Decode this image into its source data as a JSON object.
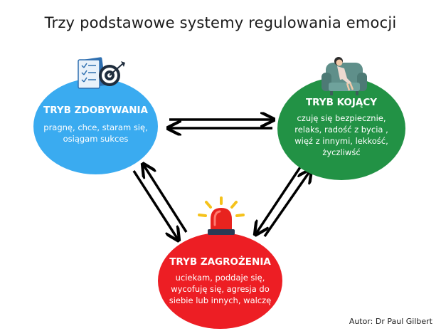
{
  "title": "Trzy podstawowe systemy regulowania emocji",
  "nodes": {
    "drive": {
      "title": "TRYB ZDOBYWANIA",
      "lines": [
        "pragnę, chce, staram się,",
        "osiągam sukces"
      ],
      "color": "#3aabf0"
    },
    "soothing": {
      "title": "TRYB KOJĄCY",
      "lines": [
        "czuję się bezpiecznie,",
        "relaks, radość z bycia ,",
        "więź z innymi, lekkość,",
        "życzliwść"
      ],
      "color": "#229245"
    },
    "threat": {
      "title": "TRYB ZAGROŻENIA",
      "lines": [
        "uciekam, poddaje się,",
        "wycofuję się, agresja do",
        "siebie lub innych, walczę"
      ],
      "color": "#ed1e24"
    }
  },
  "icons": {
    "drive": "checklist-target-icon",
    "soothing": "relaxing-person-armchair-icon",
    "threat": "alarm-siren-icon"
  },
  "credit": "Autor: Dr Paul Gilbert"
}
